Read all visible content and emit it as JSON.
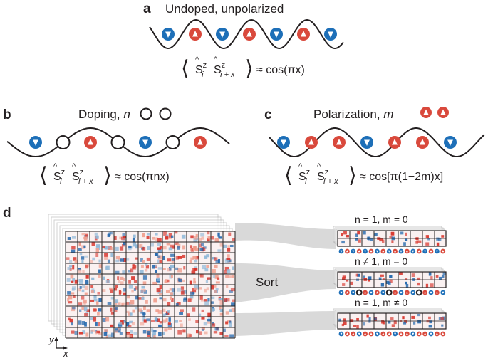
{
  "panels": {
    "a": {
      "label": "a",
      "title": "Undoped, unpolarized",
      "eq_rhs": "≈ cos(πx)"
    },
    "b": {
      "label": "b",
      "title_prefix": "Doping, ",
      "title_var": "n",
      "eq_rhs": "≈ cos(πnx)"
    },
    "c": {
      "label": "c",
      "title_prefix": "Polarization, ",
      "title_var": "m",
      "eq_rhs": "≈ cos[π(1−2m)x]"
    },
    "d": {
      "label": "d",
      "sort_label": "Sort",
      "rows": [
        {
          "label": "n = 1, m = 0"
        },
        {
          "label": "n ≠ 1, m = 0"
        },
        {
          "label": "n = 1, m ≠ 0"
        }
      ],
      "axis_y": "y",
      "axis_x": "x"
    }
  },
  "correlator": {
    "S": "S",
    "sup": "z",
    "sub_i": "i",
    "sub_ix": "i + x"
  },
  "colors": {
    "spin_down": "#1d6fb8",
    "spin_up": "#d9493c",
    "ink": "#231f20",
    "band": "#d9d9d9"
  },
  "spin_sequences": {
    "a": [
      "down",
      "up",
      "down",
      "up",
      "down",
      "up",
      "down"
    ],
    "b": [
      "down",
      "hole",
      "up",
      "hole",
      "down",
      "hole",
      "up"
    ],
    "c": [
      "down",
      "up",
      "up",
      "down",
      "up",
      "up",
      "down"
    ]
  }
}
